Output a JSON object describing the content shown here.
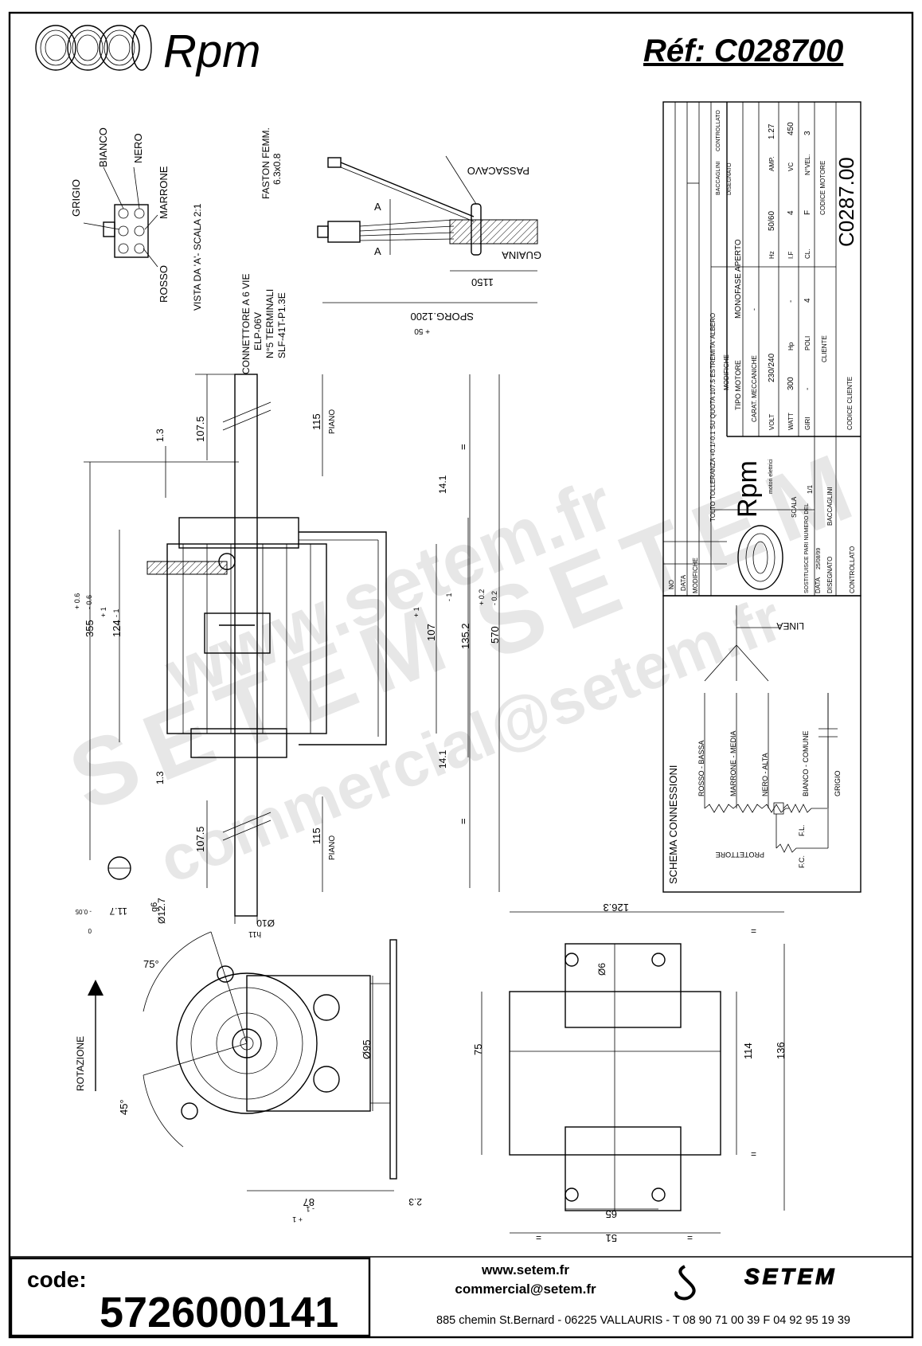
{
  "header": {
    "brand": "Rpm",
    "reference": "Réf:  C028700"
  },
  "connector_view": {
    "wires": [
      "GRIGIO",
      "BIANCO",
      "NERO",
      "MARRONE",
      "ROSSO"
    ],
    "view_label": "VISTA DA 'A'- SCALA 2:1",
    "connector_title": "CONNETTORE A 6 VIE",
    "connector_model": "ELP-06V",
    "terminals": "N°5 TERMINALI",
    "terminal_model": "SLF-41T-P1.3E"
  },
  "cable": {
    "faston": "FASTON FEMM.",
    "faston_size": "6.3x0.8",
    "passacavo": "PASSACAVO",
    "guaina": "GUAINA",
    "guaina_len": "1150",
    "sporg": "SPORG.1200",
    "sporg_tol": "+ 50",
    "section_mark": "A"
  },
  "dims_front": {
    "d107_5": "107.5",
    "d115": "115",
    "piano": "PIANO",
    "d1_3": "1.3",
    "d14_1": "14.1",
    "eq": "=",
    "d355": "355",
    "d355_tol_up": "+ 0.6",
    "d355_tol_dn": "- 0.6",
    "d124": "124",
    "d124_tol": "+ 1",
    "d124_tol_dn": "- 1",
    "d107": "107",
    "d107_tol": "+ 1",
    "d135_2": "135.2",
    "d135_tol": "- 1",
    "d570": "570",
    "d570_tol_up": "+ 0.2",
    "d570_tol_dn": "- 0.2",
    "d11_7": "11.7",
    "d11_7_tol": "- 0.05",
    "d11_7_tol0": "0",
    "g6": "g6",
    "d12_7": "Ø12.7",
    "d10": "Ø10",
    "h11": "h11"
  },
  "title_block": {
    "modifiche": "MODIFICHE",
    "no": "NO",
    "data": "DATA",
    "tolto": "TOLTO TOLLERANZA +0.1/-0.1 SU QUOTA 107.5 ESTREMITA' ALBERO",
    "baccaglini": "BACCAGLINI",
    "disegnato": "DISEGNATO",
    "controllato": "CONTROLLATO",
    "tipo_motore_label": "TIPO MOTORE",
    "tipo_motore": "MONOFASE APERTO",
    "carat": "CARAT. MECCANICHE",
    "carat_val": "-",
    "volt_label": "VOLT",
    "volt": "230/240",
    "hz_label": "Hz",
    "hz": "50/60",
    "amp_label": "AMP.",
    "amp": "1.27",
    "watt_label": "WATT",
    "watt": "300",
    "hp_label": "Hp",
    "hp": "-",
    "lf_label": "I.F",
    "lf": "4",
    "vc_label": "VC",
    "vc": "450",
    "giri_label": "GIRI",
    "giri": "-",
    "poli_label": "POLI",
    "poli": "4",
    "cl_label": "CL.",
    "cl": "F",
    "nvel_label": "N°VEL.",
    "nvel": "3",
    "cliente": "CLIENTE",
    "codice_motore_label": "CODICE MOTORE",
    "codice_motore": "C0287.00",
    "codice_cliente": "CODICE CLIENTE",
    "rpm_small": "Rpm",
    "motori": "motori elettrici",
    "sostituisce": "SOSTITUISCE PARI NUMERO DEL",
    "data_val": "25/08/99",
    "scala": "SCALA",
    "scala_val": "1/1",
    "dis_by": "BACCAGLINI"
  },
  "schema": {
    "title": "SCHEMA CONNESSIONI",
    "linea": "LINEA",
    "rosso": "ROSSO - BASSA",
    "marrone": "MARRONE - MEDIA",
    "nero": "NERO - ALTA",
    "bianco": "BIANCO - COMUNE",
    "grigio": "GRIGIO",
    "protettore": "PROTETTORE",
    "fc": "F.C.",
    "fl": "F.L."
  },
  "bottom_views": {
    "angle75": "75°",
    "angle45": "45°",
    "rotazione": "ROTAZIONE",
    "d95": "Ø95",
    "d87": "87",
    "d87_tol": "- 1",
    "d87_tol_up": "+ 1",
    "d2_3": "2.3",
    "d126_3": "126.3",
    "d6": "Ø6",
    "d75": "75",
    "d114": "114",
    "d136": "136",
    "d65": "65",
    "d51": "51",
    "eq": "="
  },
  "footer": {
    "code_label": "code:",
    "code": "5726000141",
    "web": "www.setem.fr",
    "email": "commercial@setem.fr",
    "brand": "SETEM",
    "address": "885 chemin St.Bernard  -  06225 VALLAURIS  -  T 08 90 71 00 39   F 04 92 95 19 39"
  },
  "watermark": {
    "w1": "www.setem.fr",
    "w2": "SETEM",
    "w3": "SETEM",
    "w4": "commercial@setem.fr"
  }
}
